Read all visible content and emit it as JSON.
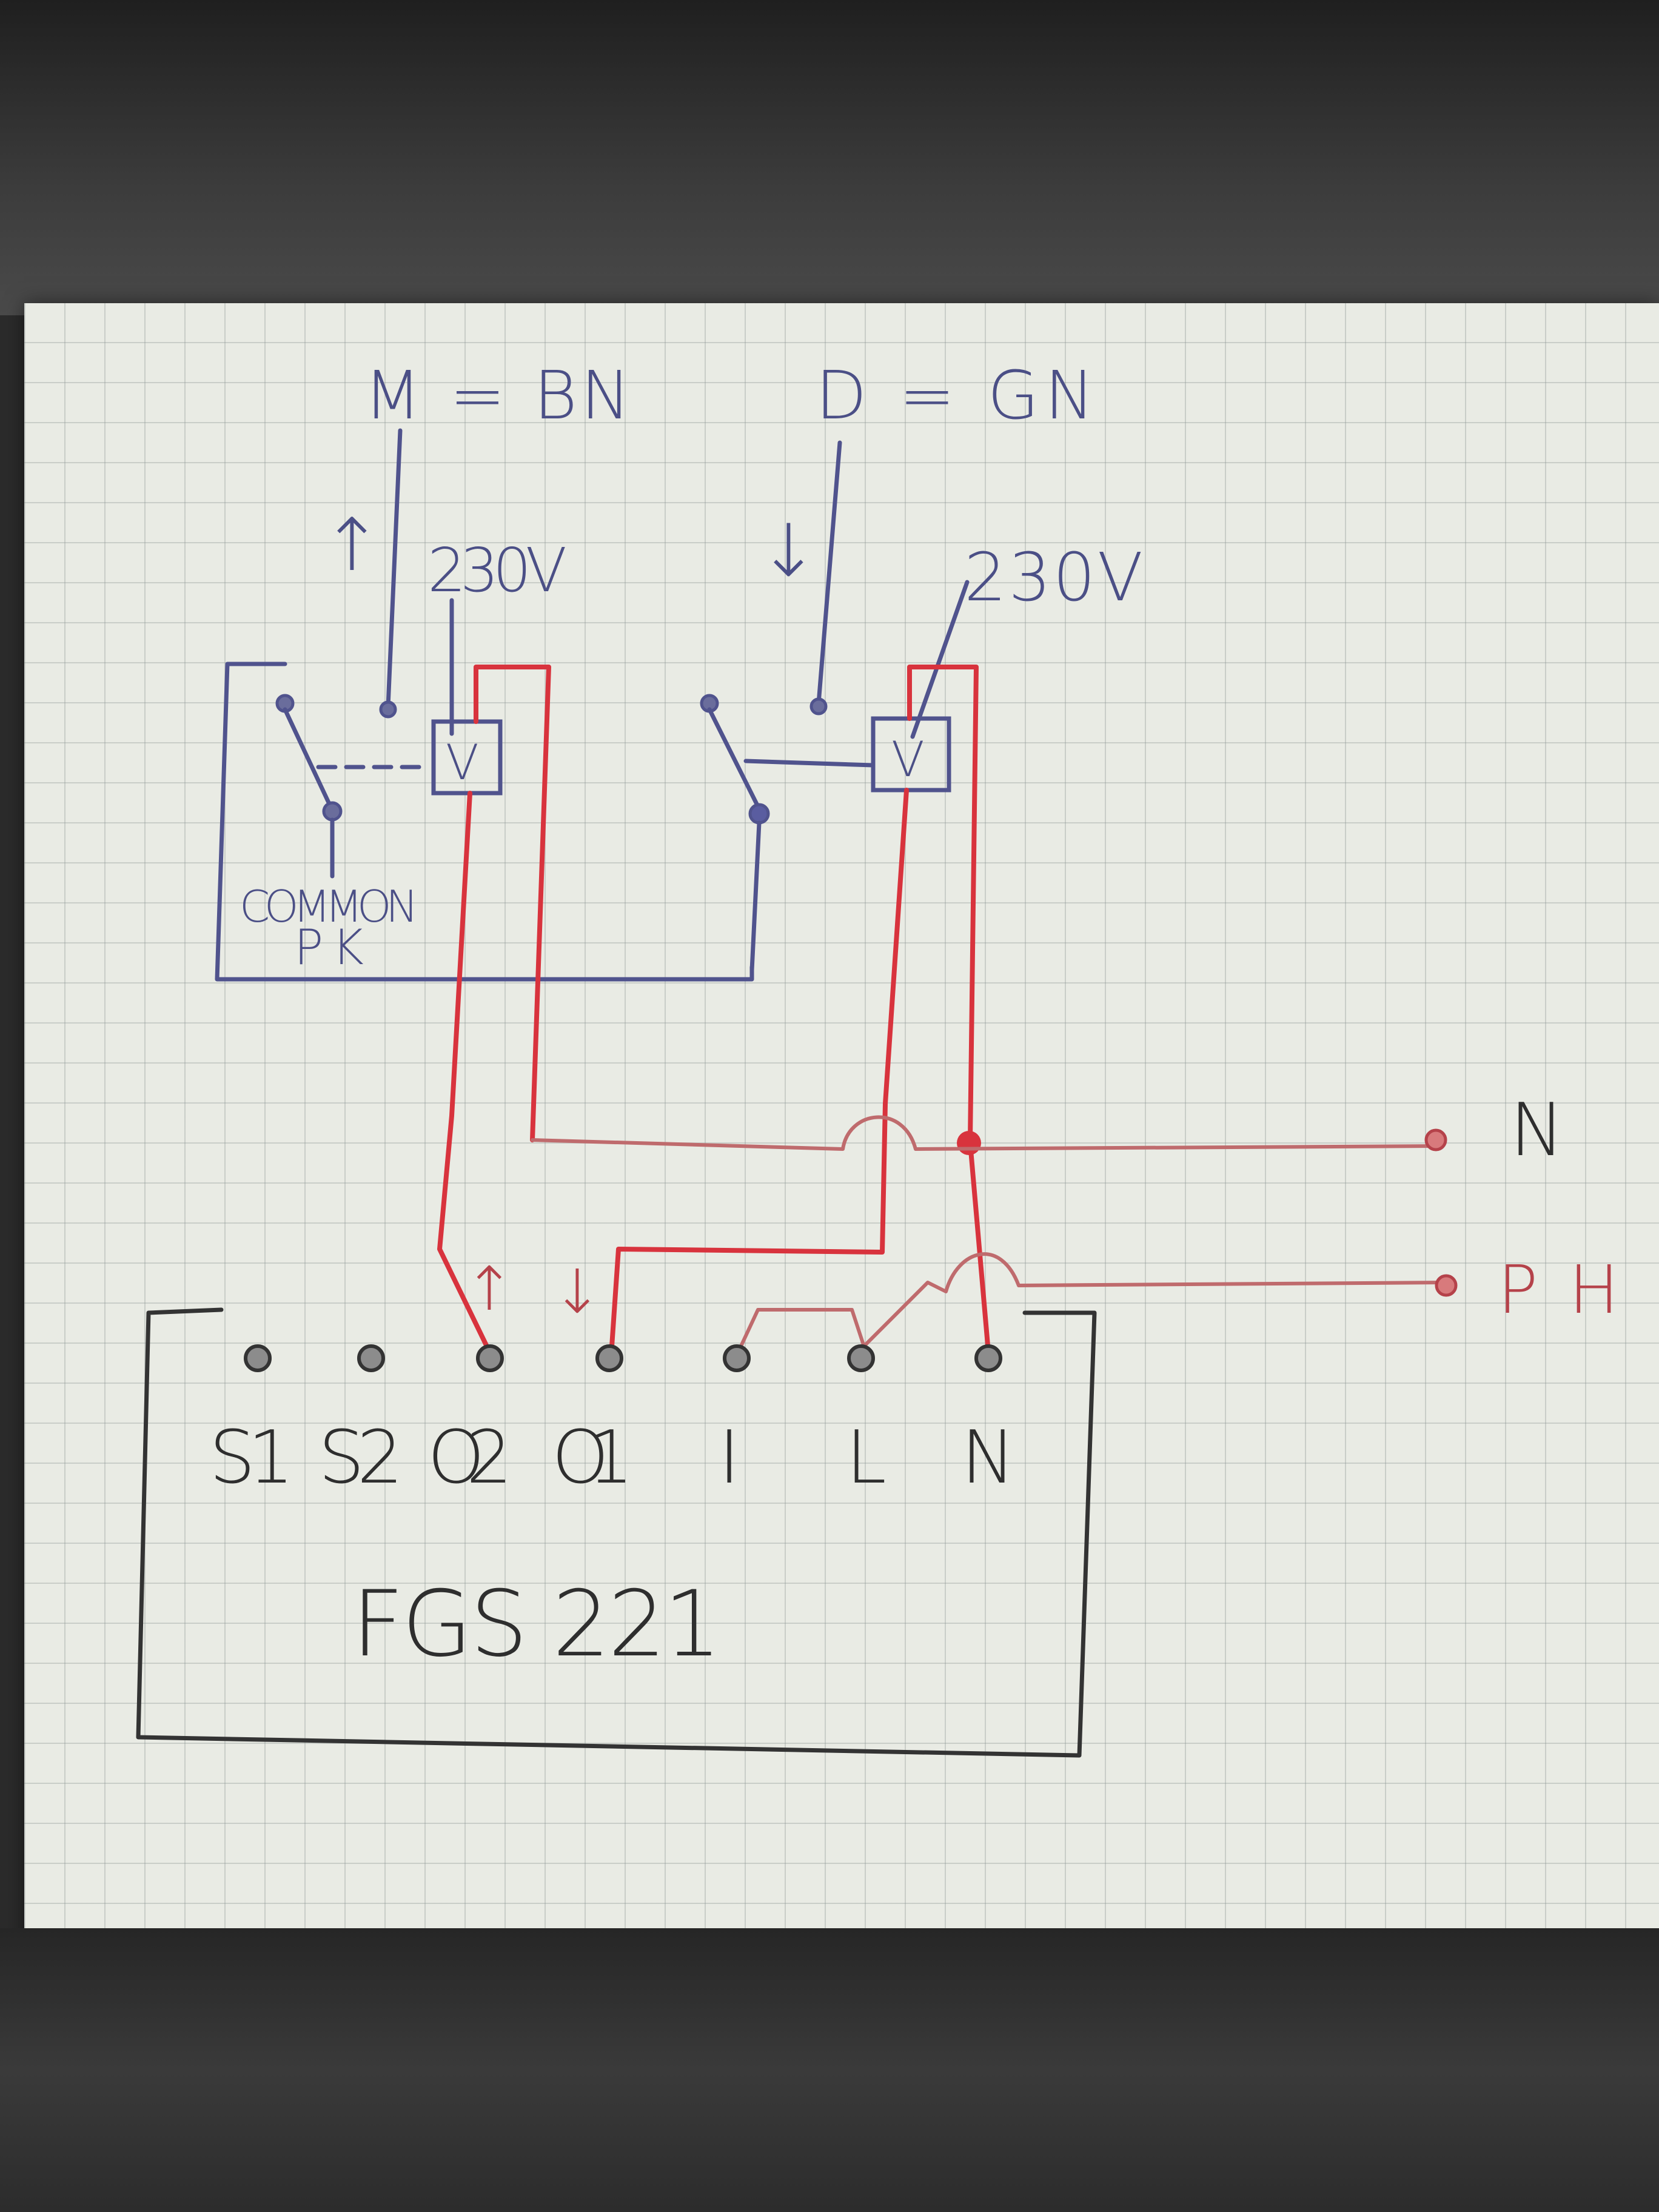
{
  "labels": {
    "m_wire": "M = BN",
    "d_wire": "D = GN",
    "coil_voltage_left": "230V",
    "coil_voltage_right": "230V",
    "common": "COMMON",
    "pk": "PK",
    "neutral_line": "N",
    "phase_line": "PH",
    "coil_symbol": "V",
    "arrow_up": "↑",
    "arrow_down": "↓"
  },
  "device": {
    "name": "FGS 221",
    "terminals": [
      "S1",
      "S2",
      "O2",
      "O1",
      "I",
      "L",
      "N"
    ]
  },
  "colors": {
    "control_wiring": "#50538d",
    "power_wiring": "#d8333d",
    "supply_wiring": "#bf6b6d",
    "device_outline": "#333333"
  }
}
